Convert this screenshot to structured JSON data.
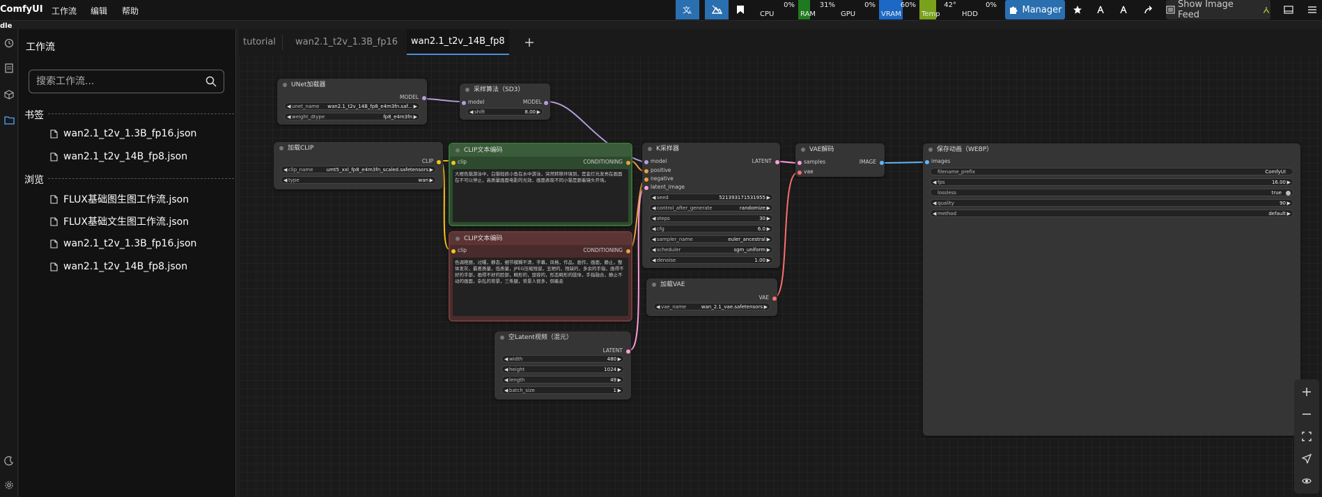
{
  "app": {
    "name": "ComfyUI",
    "status": "dle"
  },
  "menu": [
    "工作流",
    "编辑",
    "帮助"
  ],
  "monitors": [
    {
      "label": "CPU",
      "value": "0%",
      "fraction": 0.0,
      "color": "#222222"
    },
    {
      "label": "RAM",
      "value": "31%",
      "fraction": 0.31,
      "color": "#1f7a1f"
    },
    {
      "label": "GPU",
      "value": "0%",
      "fraction": 0.0,
      "color": "#222222"
    },
    {
      "label": "VRAM",
      "value": "60%",
      "fraction": 0.6,
      "color": "#1d68c4"
    },
    {
      "label": "Temp",
      "value": "42°",
      "fraction": 0.42,
      "color": "#7aa11a"
    },
    {
      "label": "HDD",
      "value": "0%",
      "fraction": 0.0,
      "color": "#222222"
    }
  ],
  "toolbar": {
    "manager_label": "Manager",
    "image_feed_label": "Show Image Feed"
  },
  "sidebar": {
    "title": "工作流",
    "search_placeholder": "搜索工作流...",
    "bookmarks_label": "书签",
    "bookmarks": [
      "wan2.1_t2v_1.3B_fp16.json",
      "wan2.1_t2v_14B_fp8.json"
    ],
    "browse_label": "浏览",
    "browse": [
      "FLUX基础图生图工作流.json",
      "FLUX基础文生图工作流.json",
      "wan2.1_t2v_1.3B_fp16.json",
      "wan2.1_t2v_14B_fp8.json"
    ]
  },
  "tabs": [
    {
      "label": "tutorial",
      "active": false
    },
    {
      "label": "wan2.1_t2v_1.3B_fp16",
      "active": false
    },
    {
      "label": "wan2.1_t2v_14B_fp8",
      "active": true
    }
  ],
  "nodes": {
    "unet": {
      "title": "UNet加载器",
      "output": "MODEL",
      "widgets": [
        {
          "name": "unet_name",
          "value": "wan2.1_t2v_14B_fp8_e4m3fn.saf..."
        },
        {
          "name": "weight_dtype",
          "value": "fp8_e4m3fn"
        }
      ]
    },
    "sampling": {
      "title": "采样算法（SD3）",
      "input": "model",
      "output": "MODEL",
      "widgets": [
        {
          "name": "shift",
          "value": "8.00"
        }
      ]
    },
    "clipload": {
      "title": "加载CLIP",
      "output": "CLIP",
      "widgets": [
        {
          "name": "clip_name",
          "value": "umt5_xxl_fp8_e4m3fn_scaled.safetensors"
        },
        {
          "name": "type",
          "value": "wan"
        }
      ]
    },
    "clip_pos": {
      "title": "CLIP文本编码",
      "input": "clip",
      "output": "CONDITIONING",
      "text": "大橙色猫游泳中，白猫轻抓小鱼在水中游泳，突然转移环境到，是金灯光发亮在画面在不可以停止，高质量画面电影的光效，画面表现不同小猫是跟着镜头开场。"
    },
    "clip_neg": {
      "title": "CLIP文本编码",
      "input": "clip",
      "output": "CONDITIONING",
      "text": "色调艳丽，过曝，静态，细节模糊不清，字幕，风格，作品，画作，画面，静止，整体发灰，最差质量，低质量，JPEG压缩残留，丑陋的，残缺的，多余的手指，画得不好的手部，画得不好的脸部，畸形的，毁容的，形态畸形的肢体，手指融合，静止不动的画面，杂乱的背景，三条腿，背景人很多，倒着走"
    },
    "ksampler": {
      "title": "K采样器",
      "inputs": [
        "model",
        "positive",
        "negative",
        "latent_image"
      ],
      "output": "LATENT",
      "widgets": [
        {
          "name": "seed",
          "value": "521393171531955"
        },
        {
          "name": "control_after_generate",
          "value": "randomize"
        },
        {
          "name": "steps",
          "value": "30"
        },
        {
          "name": "cfg",
          "value": "6.0"
        },
        {
          "name": "sampler_name",
          "value": "euler_ancestral"
        },
        {
          "name": "scheduler",
          "value": "sgm_uniform"
        },
        {
          "name": "denoise",
          "value": "1.00"
        }
      ]
    },
    "vaeload": {
      "title": "加载VAE",
      "output": "VAE",
      "widgets": [
        {
          "name": "vae_name",
          "value": "wan_2.1_vae.safetensors"
        }
      ]
    },
    "latent": {
      "title": "空Latent视频（混元）",
      "output": "LATENT",
      "widgets": [
        {
          "name": "width",
          "value": "480"
        },
        {
          "name": "height",
          "value": "1024"
        },
        {
          "name": "length",
          "value": "49"
        },
        {
          "name": "batch_size",
          "value": "1"
        }
      ]
    },
    "vaedecode": {
      "title": "VAE解码",
      "inputs": [
        "samples",
        "vae"
      ],
      "output": "IMAGE"
    },
    "save": {
      "title": "保存动画（WEBP）",
      "input": "images",
      "widgets": [
        {
          "name": "filename_prefix",
          "value": "ComfyUI"
        },
        {
          "name": "fps",
          "value": "16.00"
        },
        {
          "name": "lossless",
          "value": "true"
        },
        {
          "name": "quality",
          "value": "90"
        },
        {
          "name": "method",
          "value": "default"
        }
      ]
    }
  }
}
